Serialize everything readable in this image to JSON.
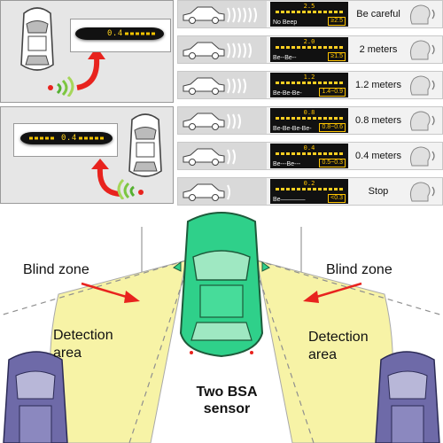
{
  "rows": [
    {
      "digits": "2.5",
      "beep": "No Beep",
      "range": "≥2.5",
      "label": "Be careful"
    },
    {
      "digits": "2.0",
      "beep": "Be--Be--",
      "range": "≥1.5",
      "label": "2 meters"
    },
    {
      "digits": "1.2",
      "beep": "Be-Be-Be-",
      "range": "1.4~0.9",
      "label": "1.2 meters"
    },
    {
      "digits": "0.8",
      "beep": "Be-Be-Be-Be-",
      "range": "0.8~0.6",
      "label": "0.8 meters"
    },
    {
      "digits": "0.4",
      "beep": "Be---Be---",
      "range": "0.5~0.3",
      "label": "0.4 meters"
    },
    {
      "digits": "0.2",
      "beep": "Be————",
      "range": "<0.3",
      "label": "Stop"
    }
  ],
  "displays": {
    "top_digits": "0.4",
    "bottom_digits": "0.4"
  },
  "bottom": {
    "blind_zone_left": "Blind zone",
    "blind_zone_right": "Blind zone",
    "detection_left_line1": "Detection",
    "detection_left_line2": "area",
    "detection_right_line1": "Detection",
    "detection_right_line2": "area",
    "sensor_line1": "Two BSA",
    "sensor_line2": "sensor"
  },
  "colors": {
    "zone_fill": "#f7f3a6",
    "arrow_red": "#e8231e",
    "center_car": "#2fd08a",
    "side_car": "#6e6aa8",
    "display_yellow": "#ffc400"
  }
}
